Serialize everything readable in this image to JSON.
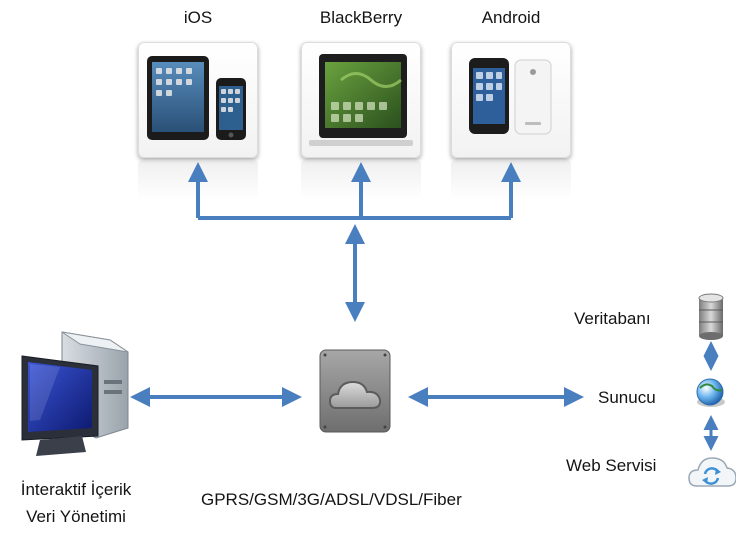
{
  "platforms": {
    "ios": {
      "label": "iOS"
    },
    "blackberry": {
      "label": "BlackBerry"
    },
    "android": {
      "label": "Android"
    }
  },
  "management": {
    "line1": "İnteraktif İçerik",
    "line2": "Veri Yönetimi"
  },
  "network": {
    "label": "GPRS/GSM/3G/ADSL/VDSL/Fiber"
  },
  "backend": {
    "database": {
      "label": "Veritabanı"
    },
    "server": {
      "label": "Sunucu"
    },
    "webservice": {
      "label": "Web Servisi"
    }
  },
  "colors": {
    "arrow": "#4a7fbf",
    "cloud_tile": "#8a8a8a",
    "monitor_screen": "#1a2fa0"
  },
  "icons": {
    "cloud": "cloud-icon",
    "computer": "computer-icon",
    "database": "database-icon",
    "server": "globe-server-icon",
    "webservice": "sync-cloud-icon"
  }
}
